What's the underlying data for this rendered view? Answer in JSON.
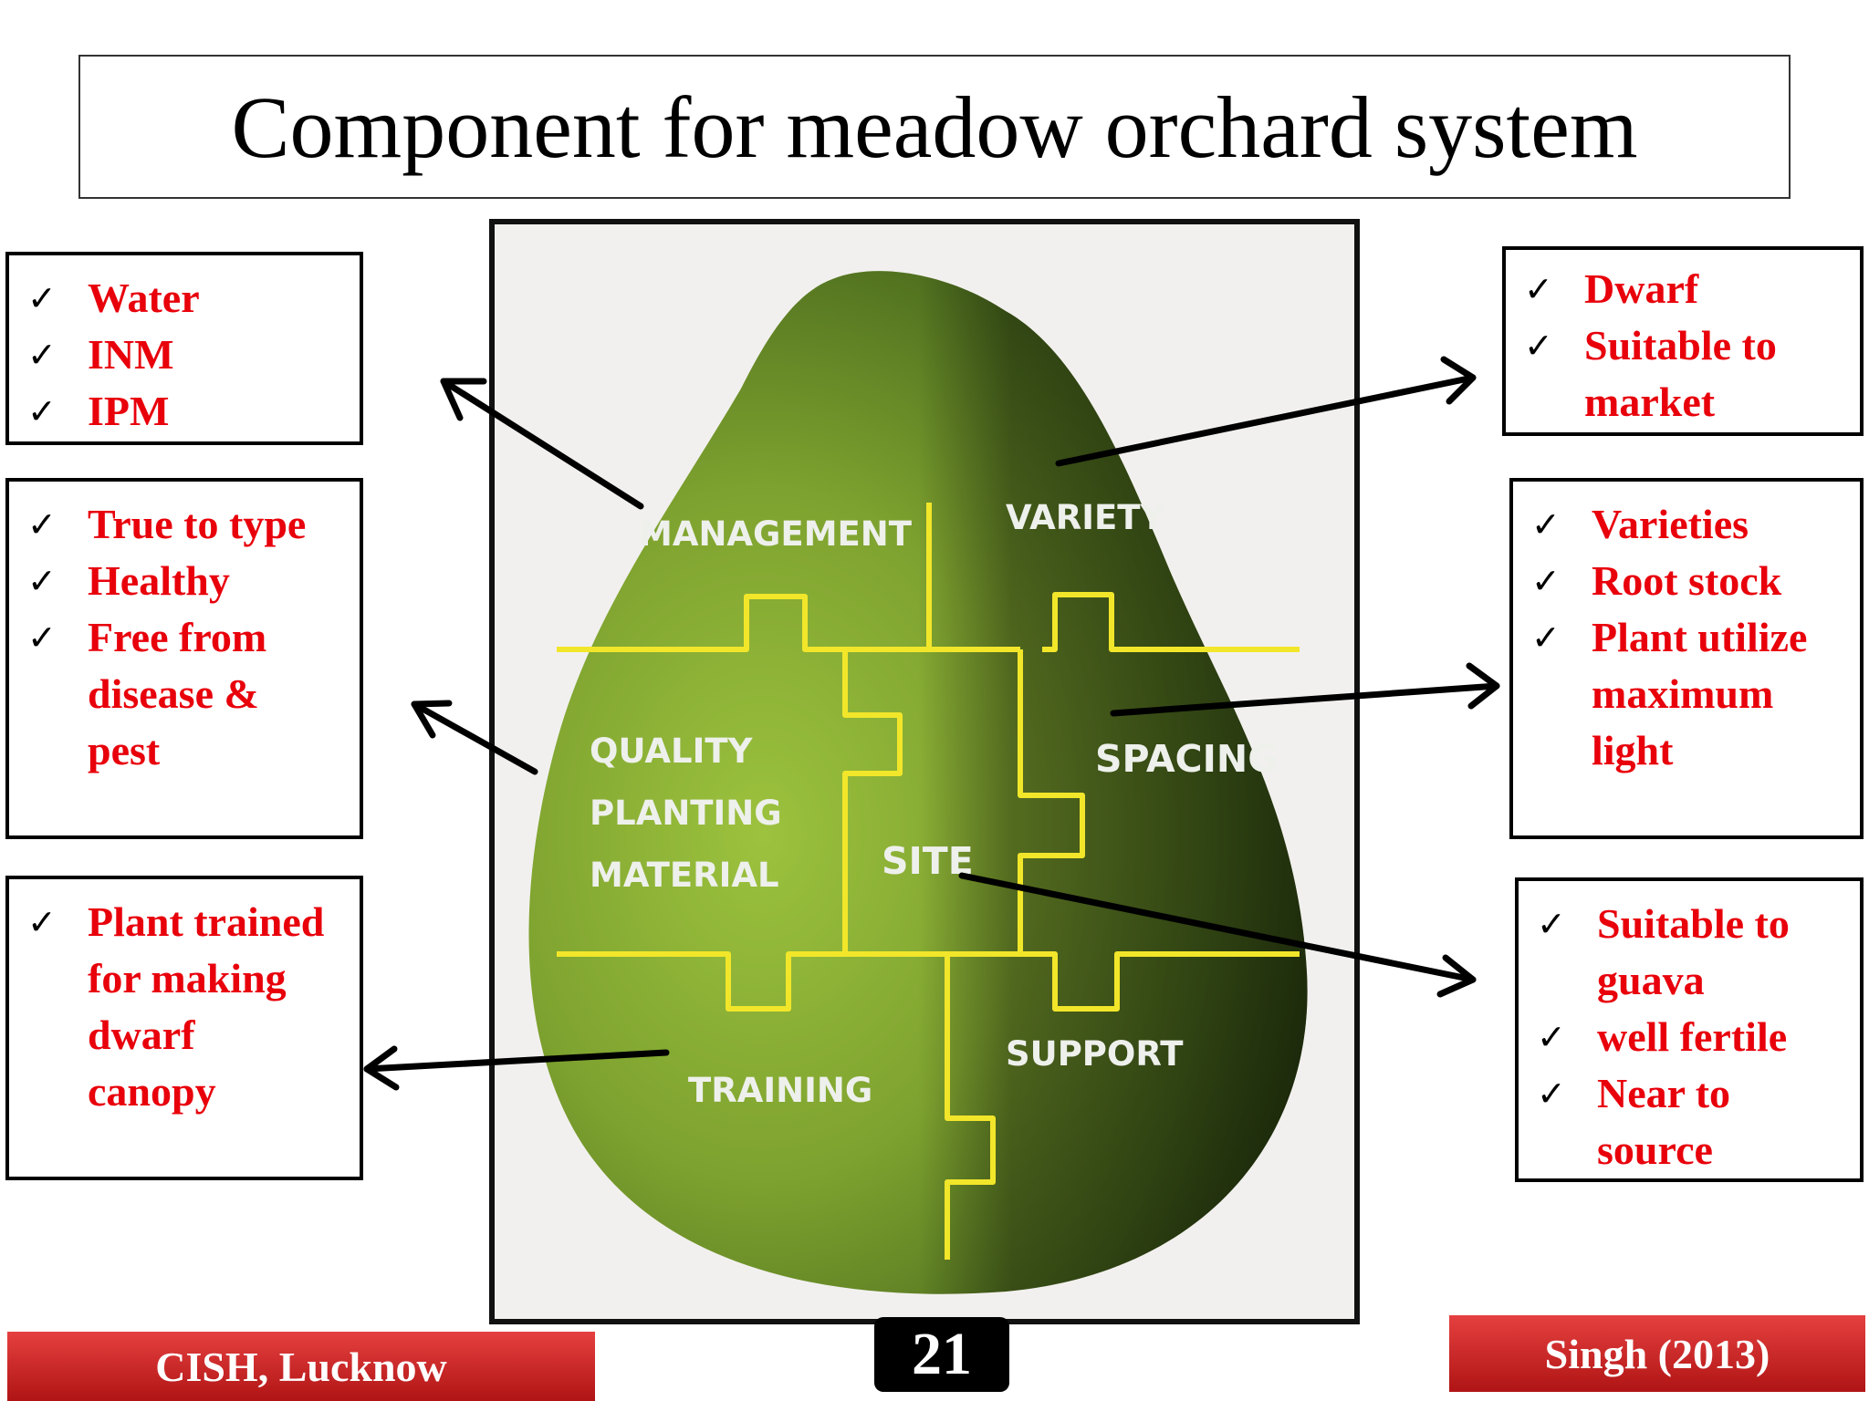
{
  "title": "Component for meadow orchard system",
  "diagram_labels": {
    "management": "MANAGEMENT",
    "variety": "VARIETY",
    "quality_line1": "QUALITY",
    "quality_line2": "PLANTING",
    "quality_line3": "MATERIAL",
    "spacing": "SPACING",
    "site": "SITE",
    "support": "SUPPORT",
    "training": "TRAINING"
  },
  "boxes": {
    "management": [
      "Water",
      "INM",
      "IPM"
    ],
    "quality": [
      "True to type",
      "Healthy",
      "Free from disease & pest"
    ],
    "training": [
      "Plant trained for making dwarf canopy"
    ],
    "variety": [
      "Dwarf",
      "Suitable to market"
    ],
    "spacing": [
      "Varieties",
      "Root stock",
      "Plant utilize maximum light"
    ],
    "site": [
      "Suitable to guava",
      "well fertile",
      "Near to source"
    ]
  },
  "check_symbol": "✓",
  "footer": {
    "left": "CISH, Lucknow",
    "page_number": "21",
    "right": "Singh (2013)"
  },
  "colors": {
    "list_text": "#e8000b",
    "fruit_light": "#8fb33a",
    "fruit_dark": "#2f4a15",
    "puzzle_line": "#f2e62a",
    "footer_red": "#c81e1e"
  }
}
